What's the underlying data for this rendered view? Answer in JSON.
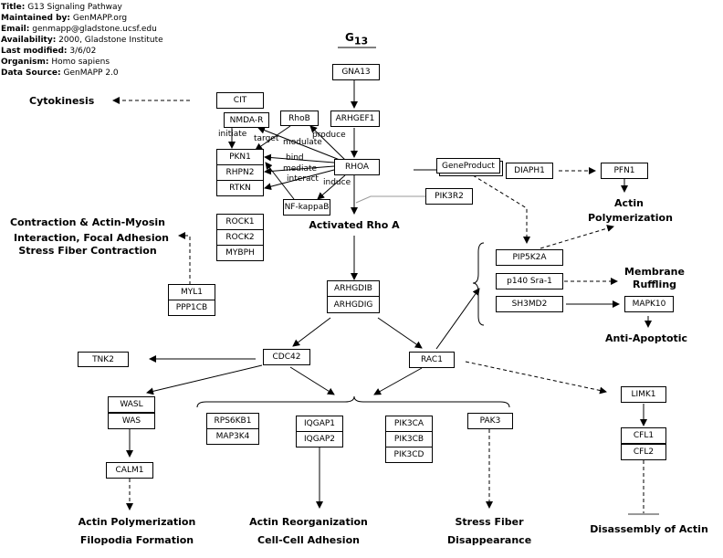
{
  "header": {
    "title_key": "Title:",
    "title": "G13 Signaling Pathway",
    "maintained_key": "Maintained by:",
    "maintained": "GenMAPP.org",
    "email_key": "Email:",
    "email": "genmapp@gladstone.ucsf.edu",
    "availability_key": "Availability:",
    "availability": "2000, Gladstone Institute",
    "modified_key": "Last modified:",
    "modified": "3/6/02",
    "organism_key": "Organism:",
    "organism": "Homo sapiens",
    "source_key": "Data Source:",
    "source": "GenMAPP 2.0"
  },
  "diagram_title": {
    "main": "G",
    "sub": "13"
  },
  "genes": {
    "gna13": "GNA13",
    "arhgef1": "ARHGEF1",
    "rhoa": "RHOA",
    "cit": "CIT",
    "nmdar": "NMDA-R",
    "rhob": "RhoB",
    "pkn1": "PKN1",
    "rhpn2": "RHPN2",
    "rtkn": "RTKN",
    "nfkb": "NF-kappaB",
    "geneproduct": "GeneProduct",
    "diaph1": "DIAPH1",
    "pfn1": "PFN1",
    "pik3r2": "PIK3R2",
    "rock1": "ROCK1",
    "rock2": "ROCK2",
    "mybph": "MYBPH",
    "myl1": "MYL1",
    "ppp1cb": "PPP1CB",
    "arhgdib": "ARHGDIB",
    "arhgdig": "ARHGDIG",
    "pip5k2a": "PIP5K2A",
    "p140": "p140 Sra-1",
    "sh3md2": "SH3MD2",
    "mapk10": "MAPK10",
    "cdc42": "CDC42",
    "rac1": "RAC1",
    "tnk2": "TNK2",
    "limk1": "LIMK1",
    "wasl": "WASL",
    "was": "WAS",
    "calm1": "CALM1",
    "rps6kb1": "RPS6KB1",
    "map3k4": "MAP3K4",
    "iqgap1": "IQGAP1",
    "iqgap2": "IQGAP2",
    "pik3ca": "PIK3CA",
    "pik3cb": "PIK3CB",
    "pik3cd": "PIK3CD",
    "pak3": "PAK3",
    "cfl1": "CFL1",
    "cfl2": "CFL2"
  },
  "edge_labels": {
    "initiate": "initiate",
    "target": "target",
    "modulate": "modulate",
    "produce": "produce",
    "bind": "bind",
    "mediate": "mediate",
    "interact": "interact",
    "induce": "induce"
  },
  "outcomes": {
    "cytokinesis": "Cytokinesis",
    "contraction1": "Contraction & Actin-Myosin",
    "contraction2": "Interaction, Focal Adhesion",
    "contraction3": "Stress Fiber Contraction",
    "activated_rhoa": "Activated Rho A",
    "actin_poly1": "Actin",
    "actin_poly2": "Polymerization",
    "membrane1": "Membrane",
    "membrane2": "Ruffling",
    "anti_apoptotic": "Anti-Apoptotic",
    "filo1": "Actin Polymerization",
    "filo2": "Filopodia Formation",
    "reorg1": "Actin Reorganization",
    "reorg2": "Cell-Cell Adhesion",
    "stress1": "Stress Fiber",
    "stress2": "Disappearance",
    "disassembly": "Disassembly of Actin"
  }
}
